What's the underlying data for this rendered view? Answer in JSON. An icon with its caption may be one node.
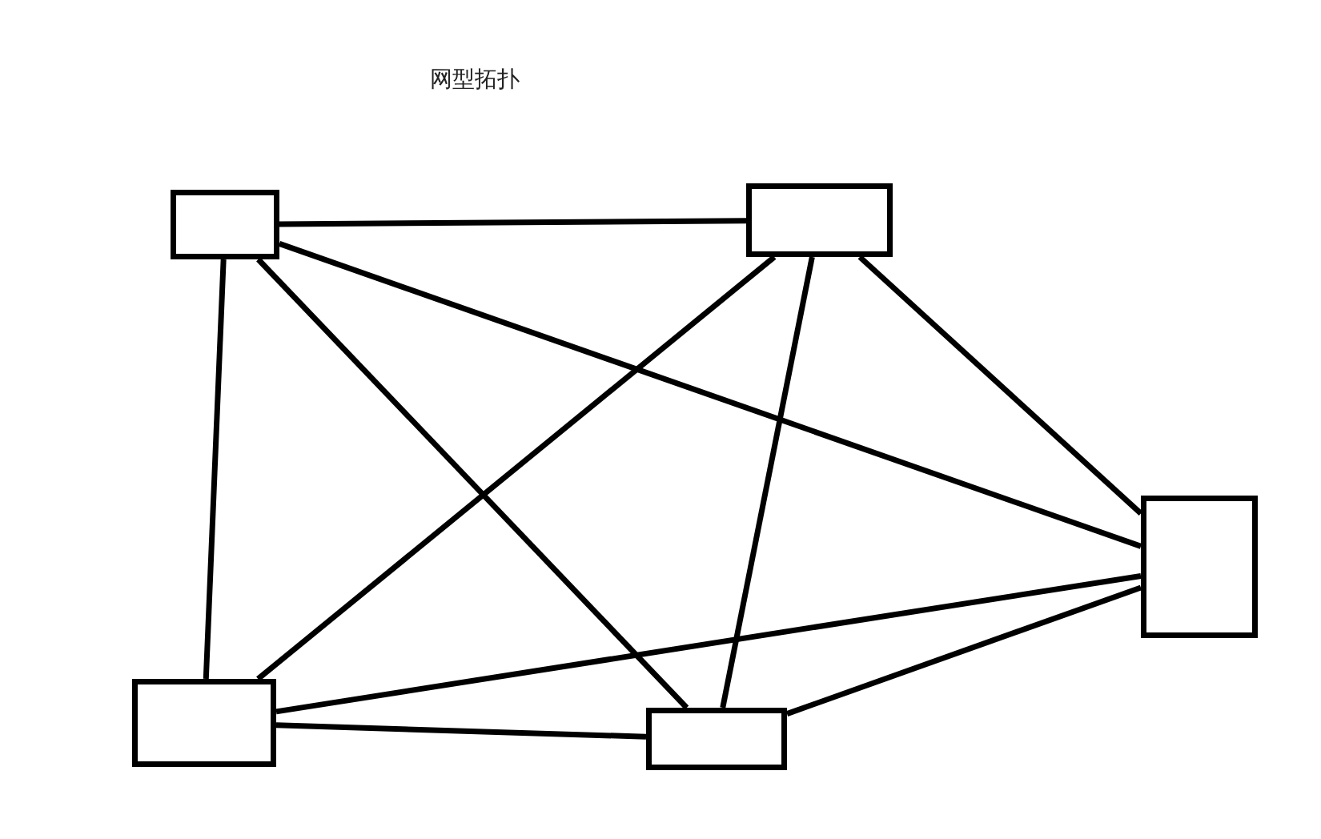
{
  "diagram": {
    "title": "网型拓扑",
    "nodes": [
      {
        "text": [],
        "shape": "box"
      },
      {
        "text": [],
        "shape": "box"
      },
      {
        "text": [],
        "shape": "box"
      },
      {
        "text": [],
        "shape": "box"
      },
      {
        "text": [],
        "shape": "box"
      }
    ],
    "edges": [
      {
        "from": 0,
        "to": 1,
        "arrow": "none"
      },
      {
        "from": 0,
        "to": 2,
        "arrow": "none"
      },
      {
        "from": 0,
        "to": 3,
        "arrow": "none"
      },
      {
        "from": 0,
        "to": 4,
        "arrow": "none"
      },
      {
        "from": 1,
        "to": 2,
        "arrow": "none"
      },
      {
        "from": 1,
        "to": 3,
        "arrow": "none"
      },
      {
        "from": 1,
        "to": 4,
        "arrow": "none"
      },
      {
        "from": 2,
        "to": 3,
        "arrow": "none"
      },
      {
        "from": 2,
        "to": 4,
        "arrow": "none"
      },
      {
        "from": 3,
        "to": 4,
        "arrow": "none"
      }
    ]
  }
}
